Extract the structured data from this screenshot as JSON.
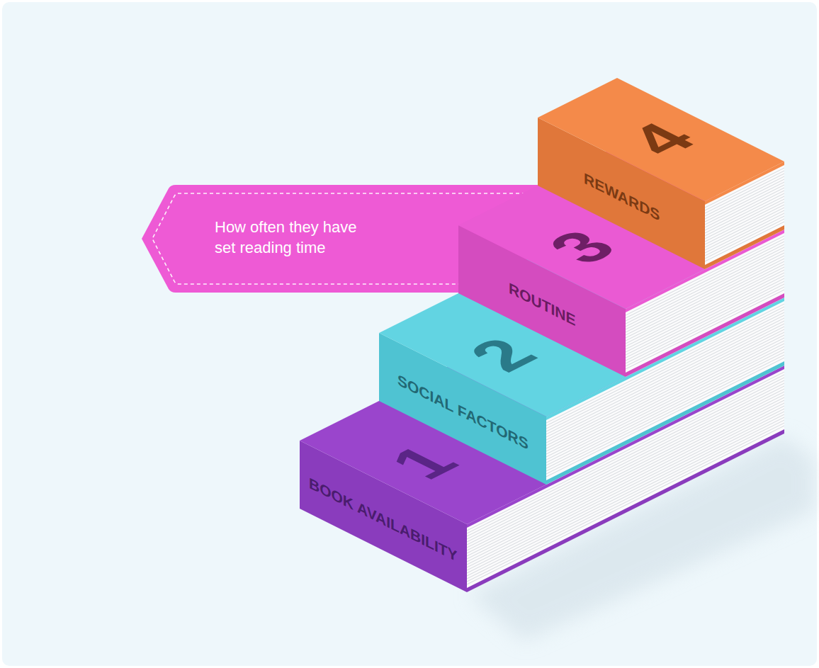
{
  "diagram": {
    "nodes": [
      {
        "text": [
          "1",
          "BOOK AVAILABILITY"
        ]
      },
      {
        "text": [
          "2",
          "SOCIAL FACTORS"
        ]
      },
      {
        "text": [
          "3",
          "ROUTINE"
        ]
      },
      {
        "text": [
          "4",
          "REWARDS"
        ]
      },
      {
        "text": [
          "How often they have set reading time"
        ]
      }
    ]
  }
}
